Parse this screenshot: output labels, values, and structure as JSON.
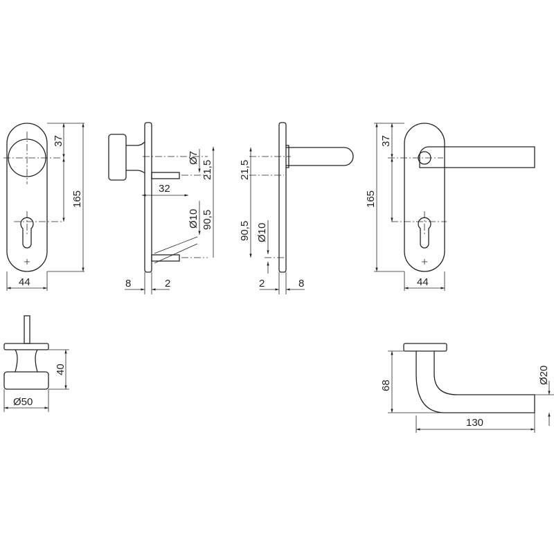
{
  "views": {
    "knob_front": {
      "width": "44",
      "rose_offset": "37",
      "height": "165"
    },
    "knob_side": {
      "pin_diameter": "Ø7",
      "pin_offset": "21,5",
      "pin_length": "32",
      "bolt_diameter": "Ø10",
      "bolt_distance": "90,5",
      "plate_thickness": "8",
      "gap": "2"
    },
    "lever_side": {
      "pin_offset": "21,5",
      "bolt_distance": "90,5",
      "bolt_diameter": "Ø10",
      "gap": "2",
      "plate_thickness": "8"
    },
    "lever_front": {
      "rose_offset": "37",
      "height": "165",
      "width": "44"
    },
    "knob_bottom": {
      "height": "40",
      "diameter": "Ø50"
    },
    "lever_bottom": {
      "height": "68",
      "length": "130",
      "diameter": "Ø20"
    }
  }
}
